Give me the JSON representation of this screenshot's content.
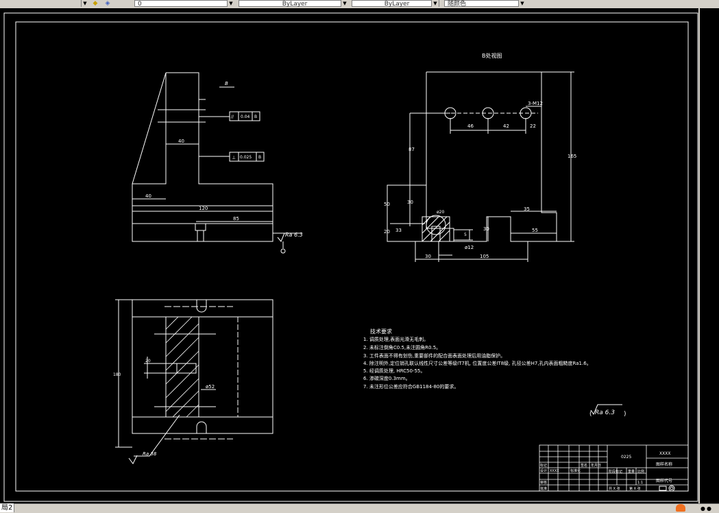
{
  "toolbar": {
    "layer_value": "0",
    "color_value": "ByLayer",
    "linetype_value": "ByLayer",
    "lineweight_value": "随颜色"
  },
  "layout_tab": "局2",
  "drawing": {
    "view_title": "B处视图",
    "section_letter": "B",
    "dims_left": {
      "d40_top": "40",
      "d40_side": "40",
      "d120": "120",
      "d85": "85"
    },
    "tolerance_parallel": {
      "symbol": "//",
      "value": "0.04",
      "datum": "B"
    },
    "tolerance_perp": {
      "symbol": "⊥",
      "value": "0.025",
      "datum": "B"
    },
    "roughness_right": "Ra 6.3",
    "dims_right": {
      "hole_note": "3-M12",
      "d46": "46",
      "d42": "42",
      "d22": "22",
      "d87": "87",
      "d165": "165",
      "d50": "50",
      "d30": "30",
      "d20": "20",
      "d35": "35",
      "d33": "33",
      "d55": "55",
      "d30b": "30",
      "phi12": "ø12",
      "d30c": "30",
      "d105": "105",
      "d5": "5",
      "phi20": "ø20"
    },
    "dims_bottom": {
      "d180": "180",
      "d20": "20",
      "phi62": "ø52",
      "roughness": "Ra 38"
    },
    "tech_requirements": {
      "heading": "技术要求",
      "items": [
        "1. 调质处理,表面光滑无毛刺。",
        "2. 未标注倒角C0.5,未注圆角R0.5。",
        "3. 工件表面不得有划伤,重要部件的配合面表面处理后用油脂保护。",
        "4. 除注明外,定位销孔联认线性尺寸公差等级IT7机, 位置度公差IT8级, 孔径公差H7,孔内表面粗糙度Ra1.6。",
        "5. 经调质处理, HRC50-55。",
        "6. 渗碳深度0.3mm。",
        "7. 未注形位公差应符合GB1184-80的要求。"
      ]
    },
    "general_roughness": "Ra 6.3",
    "title_block": {
      "part_code": "0225",
      "company": "XXXX",
      "part_name": "图样名称",
      "drawing_name": "图样代号",
      "scale": "1:1",
      "sheet_a": "共 X 张",
      "sheet_b": "第 X 张",
      "label_mark": "标记",
      "label_design": "设计",
      "label_check": "审核",
      "label_approve": "批准",
      "label_stage": "阶段标记",
      "label_weight": "重量",
      "label_ratio": "比例",
      "label_std": "标准化",
      "label_sign": "签名",
      "label_date": "年月日",
      "designer": "XXXX"
    }
  }
}
